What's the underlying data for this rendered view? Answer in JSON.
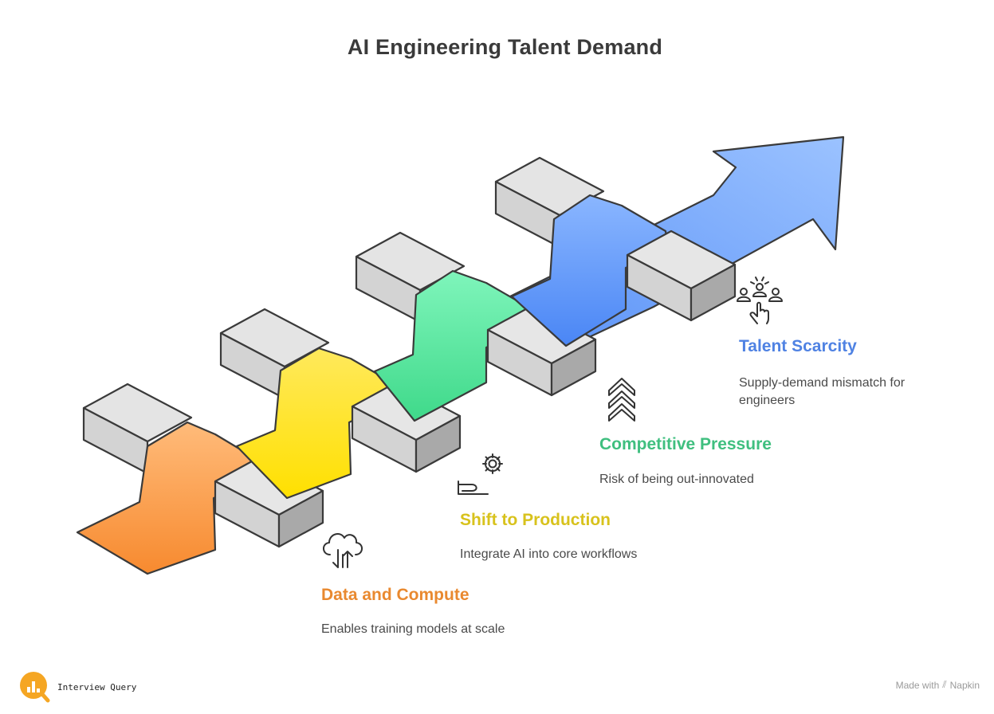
{
  "title": "AI Engineering Talent Demand",
  "steps": [
    {
      "title": "Data and Compute",
      "description": "Enables training models at scale",
      "color": "#e9892f",
      "ribbon_top": "#ffbb7a",
      "ribbon_bottom": "#f78a2f",
      "icon": "cloud-sync-icon"
    },
    {
      "title": "Shift to Production",
      "description": "Integrate AI into core workflows",
      "color": "#d8c21c",
      "ribbon_top": "#ffe95c",
      "ribbon_bottom": "#ffe000",
      "icon": "gear-hand-icon"
    },
    {
      "title": "Competitive Pressure",
      "description": "Risk of being out-innovated",
      "color": "#3fbf7f",
      "ribbon_top": "#7ff5bb",
      "ribbon_bottom": "#3fd98a",
      "icon": "chevrons-up-icon"
    },
    {
      "title": "Talent Scarcity",
      "description": "Supply-demand mismatch for engineers",
      "color": "#4f82e3",
      "ribbon_top": "#8ab6ff",
      "ribbon_bottom": "#4a86f5",
      "icon": "people-select-icon"
    }
  ],
  "arrow_color": "#7aa9fb",
  "block_color": "#d3d3d3",
  "footer": {
    "brand": "Interview Query",
    "brand_color": "#f5a623",
    "made_with_prefix": "Made with",
    "made_with_name": "Napkin"
  }
}
